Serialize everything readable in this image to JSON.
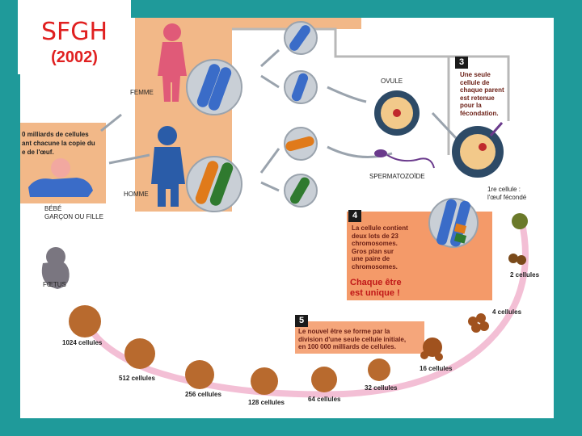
{
  "header": {
    "title": "SFGH",
    "year": "(2002)"
  },
  "diagram": {
    "label_femme": "FEMME",
    "label_homme": "HOMME",
    "label_ovule": "OVULE",
    "label_spermatozoide": "SPERMATOZOÏDE",
    "label_bebe_line1": "BÉBÉ",
    "label_bebe_line2": "GARÇON OU FILLE",
    "label_foetus": "FŒTUS",
    "text_cells_lines": [
      "0 milliards de cellules",
      "ant chacune la copie du",
      "e de l'œuf."
    ],
    "step3": {
      "number": "3",
      "lines": [
        "Une seule",
        "cellule de",
        "chaque parent",
        "est retenue",
        "pour la",
        "fécondation."
      ]
    },
    "step4": {
      "number": "4",
      "lines": [
        "La cellule contient",
        "deux lots de 23",
        "chromosomes.",
        "Gros plan sur",
        "une paire de",
        "chromosomes."
      ],
      "highlight_lines": [
        "Chaque être",
        "est unique !"
      ]
    },
    "step5": {
      "number": "5",
      "lines": [
        "Le nouvel être se forme par la",
        "division d'une seule cellule initiale,",
        "en 100 000 milliards de cellules."
      ]
    },
    "first_cell_lines": [
      "1re cellule :",
      "l'œuf fécondé"
    ],
    "cell_counts": [
      "2 cellules",
      "4 cellules",
      "16 cellules",
      "32 cellules",
      "64 cellules",
      "128 cellules",
      "256 cellules",
      "512 cellules",
      "1024 cellules"
    ]
  },
  "colors": {
    "background": "#1f9a9a",
    "panel": "#ffffff",
    "orange_panel": "#f2b888",
    "title_red": "#e02020",
    "female": "#e05a78",
    "male": "#2a5ca8",
    "step_note": "#6b1e14",
    "highlight_red": "#c01818"
  }
}
